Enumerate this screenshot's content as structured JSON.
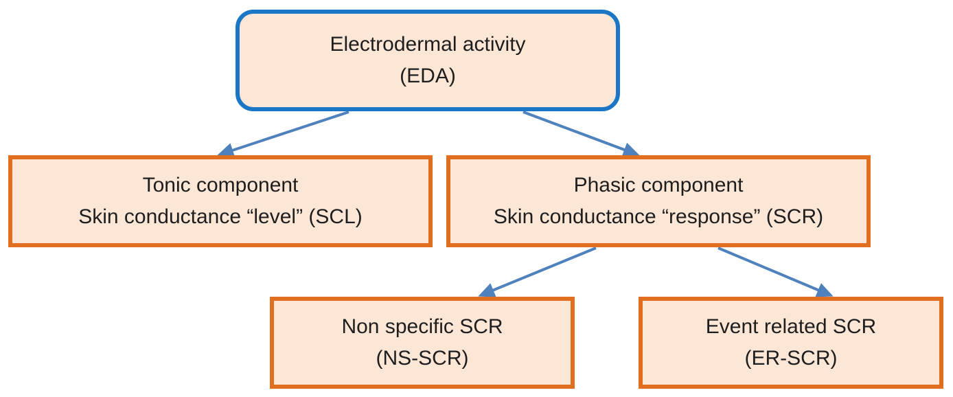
{
  "diagram": {
    "root": {
      "line1": "Electrodermal activity",
      "line2": "(EDA)"
    },
    "tonic": {
      "line1": "Tonic component",
      "line2": "Skin conductance “level” (SCL)"
    },
    "phasic": {
      "line1": "Phasic component",
      "line2": "Skin conductance “response” (SCR)"
    },
    "non_specific": {
      "line1": "Non specific SCR",
      "line2": "(NS-SCR)"
    },
    "event_related": {
      "line1": "Event related SCR",
      "line2": "(ER-SCR)"
    }
  },
  "colors": {
    "box_fill": "#fce6d6",
    "root_border": "#1b76c5",
    "child_border": "#e0701f",
    "arrow": "#4f81bd"
  }
}
